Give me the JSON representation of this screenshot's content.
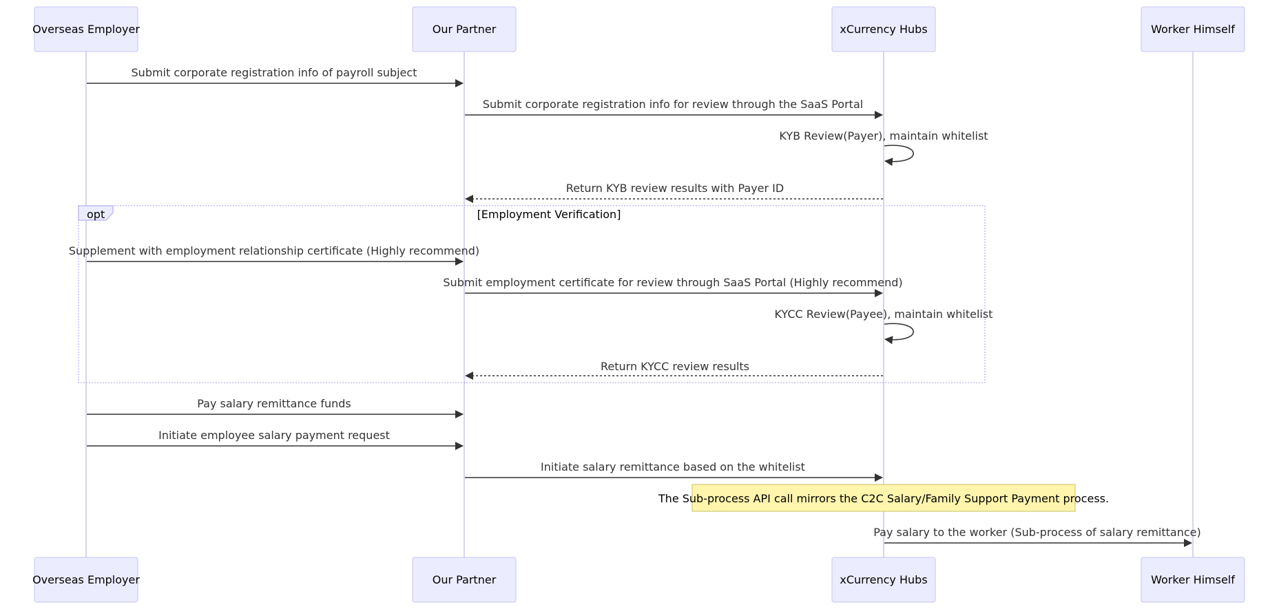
{
  "participants": [
    {
      "id": "employer",
      "label": "Overseas Employer"
    },
    {
      "id": "partner",
      "label": "Our Partner"
    },
    {
      "id": "hubs",
      "label": "xCurrency Hubs"
    },
    {
      "id": "worker",
      "label": "Worker Himself"
    }
  ],
  "messages": {
    "m1": "Submit corporate registration info of payroll subject",
    "m2": "Submit corporate registration info for review through the SaaS Portal",
    "m3": "KYB Review(Payer), maintain whitelist",
    "m4": "Return KYB review results with Payer ID",
    "m5": "Supplement with employment relationship certificate (Highly recommend)",
    "m6": "Submit employment certificate for review through SaaS Portal (Highly recommend)",
    "m7": "KYCC Review(Payee), maintain whitelist",
    "m8": "Return KYCC review results",
    "m9": "Pay salary remittance funds",
    "m10": "Initiate employee salary payment request",
    "m11": "Initiate salary remittance based on the whitelist",
    "m12": "Pay salary to the worker (Sub-process of salary remittance)"
  },
  "opt_frame": {
    "keyword": "opt",
    "condition": "[Employment Verification]"
  },
  "note": {
    "text": "The Sub-process API call mirrors the C2C Salary/Family Support Payment process."
  },
  "colors": {
    "actor_fill": "#ececff",
    "actor_border": "#c6c6f2",
    "note_fill": "#fff5ad",
    "arrow": "#333333"
  }
}
